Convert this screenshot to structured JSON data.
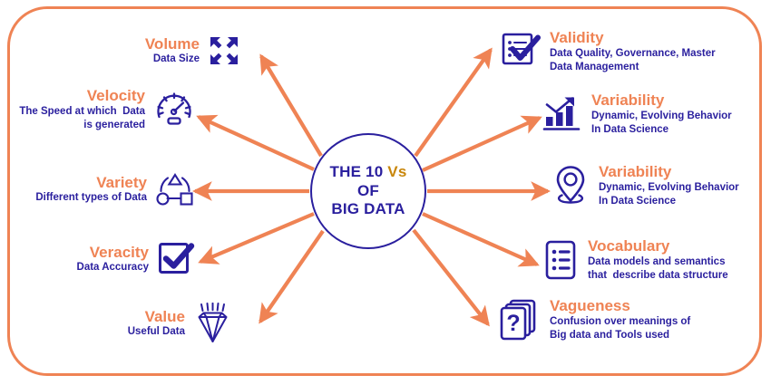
{
  "theme": {
    "orange": "#ef8354",
    "indigo": "#2a1f9e",
    "gold": "#c8860a",
    "background": "#ffffff"
  },
  "center": {
    "line1_main": "THE 10 ",
    "line1_accent": "Vs",
    "line2": "OF",
    "line3": "BIG DATA"
  },
  "left_items": [
    {
      "title": "Volume",
      "desc": "Data Size",
      "icon": "expand-arrows-icon"
    },
    {
      "title": "Velocity",
      "desc": "The Speed at which  Data\nis generated",
      "icon": "speedometer-icon"
    },
    {
      "title": "Variety",
      "desc": "Different types of Data",
      "icon": "shapes-network-icon"
    },
    {
      "title": "Veracity",
      "desc": "Data Accuracy",
      "icon": "checkbox-checked-icon"
    },
    {
      "title": "Value",
      "desc": "Useful Data",
      "icon": "diamond-icon"
    }
  ],
  "right_items": [
    {
      "title": "Validity",
      "desc": "Data Quality, Governance, Master\nData Management",
      "icon": "checklist-clipboard-icon"
    },
    {
      "title": "Variability",
      "desc": "Dynamic, Evolving Behavior\nIn Data Science",
      "icon": "bar-chart-growth-icon"
    },
    {
      "title": "Variability",
      "desc": "Dynamic, Evolving Behavior\nIn Data Science",
      "icon": "map-pin-icon"
    },
    {
      "title": "Vocabulary",
      "desc": "Data models and semantics\nthat  describe data structure",
      "icon": "list-document-icon"
    },
    {
      "title": "Vagueness",
      "desc": "Confusion over meanings of\nBig data and Tools used",
      "icon": "question-documents-icon"
    }
  ]
}
